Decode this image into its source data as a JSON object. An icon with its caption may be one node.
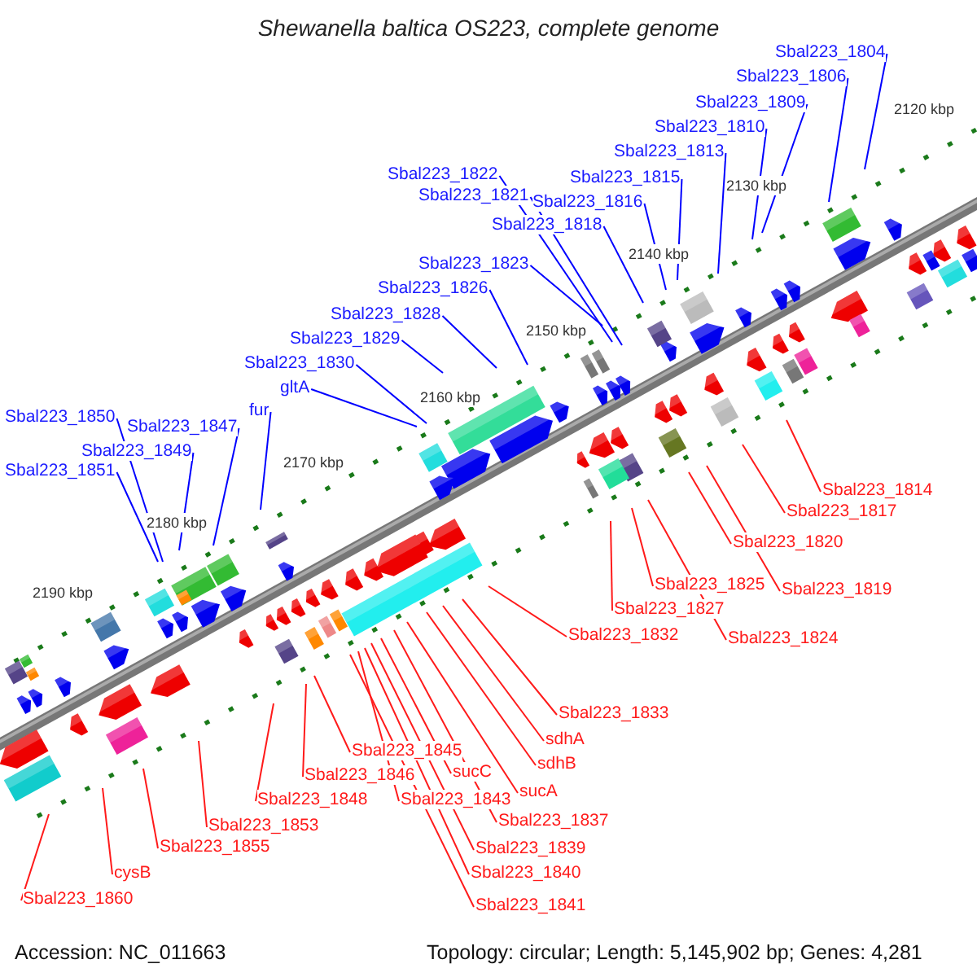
{
  "diagram": {
    "title": "Shewanella baltica OS223, complete genome",
    "nodes": [
      {
        "text": [
          "Sbal223_1804"
        ]
      },
      {
        "text": [
          "Sbal223_1806"
        ]
      },
      {
        "text": [
          "Sbal223_1809"
        ]
      },
      {
        "text": [
          "Sbal223_1810"
        ]
      },
      {
        "text": [
          "Sbal223_1813"
        ]
      },
      {
        "text": [
          "Sbal223_1822"
        ]
      },
      {
        "text": [
          "Sbal223_1815"
        ]
      },
      {
        "text": [
          "Sbal223_1821"
        ]
      },
      {
        "text": [
          "Sbal223_1816"
        ]
      },
      {
        "text": [
          "Sbal223_1818"
        ]
      },
      {
        "text": [
          "Sbal223_1823"
        ]
      },
      {
        "text": [
          "Sbal223_1826"
        ]
      },
      {
        "text": [
          "Sbal223_1828"
        ]
      },
      {
        "text": [
          "Sbal223_1829"
        ]
      },
      {
        "text": [
          "Sbal223_1830"
        ]
      },
      {
        "text": [
          "gltA"
        ]
      },
      {
        "text": [
          "fur"
        ]
      },
      {
        "text": [
          "Sbal223_1850"
        ]
      },
      {
        "text": [
          "Sbal223_1847"
        ]
      },
      {
        "text": [
          "Sbal223_1849"
        ]
      },
      {
        "text": [
          "Sbal223_1851"
        ]
      },
      {
        "text": [
          "Sbal223_1814"
        ]
      },
      {
        "text": [
          "Sbal223_1817"
        ]
      },
      {
        "text": [
          "Sbal223_1820"
        ]
      },
      {
        "text": [
          "Sbal223_1825"
        ]
      },
      {
        "text": [
          "Sbal223_1819"
        ]
      },
      {
        "text": [
          "Sbal223_1827"
        ]
      },
      {
        "text": [
          "Sbal223_1832"
        ]
      },
      {
        "text": [
          "Sbal223_1824"
        ]
      },
      {
        "text": [
          "Sbal223_1833"
        ]
      },
      {
        "text": [
          "sdhA"
        ]
      },
      {
        "text": [
          "Sbal223_1845"
        ]
      },
      {
        "text": [
          "sdhB"
        ]
      },
      {
        "text": [
          "sucC"
        ]
      },
      {
        "text": [
          "Sbal223_1846"
        ]
      },
      {
        "text": [
          "sucA"
        ]
      },
      {
        "text": [
          "Sbal223_1843"
        ]
      },
      {
        "text": [
          "Sbal223_1848"
        ]
      },
      {
        "text": [
          "Sbal223_1837"
        ]
      },
      {
        "text": [
          "Sbal223_1853"
        ]
      },
      {
        "text": [
          "Sbal223_1839"
        ]
      },
      {
        "text": [
          "Sbal223_1855"
        ]
      },
      {
        "text": [
          "Sbal223_1840"
        ]
      },
      {
        "text": [
          "cysB"
        ]
      },
      {
        "text": [
          "Sbal223_1860"
        ]
      },
      {
        "text": [
          "Sbal223_1841"
        ]
      }
    ],
    "edges": [
      {
        "from": 0,
        "to": null,
        "arrow": "none",
        "color": "#0000ff"
      },
      {
        "from": 1,
        "to": null,
        "arrow": "none",
        "color": "#0000ff"
      },
      {
        "from": 2,
        "to": null,
        "arrow": "none",
        "color": "#0000ff"
      },
      {
        "from": 3,
        "to": null,
        "arrow": "none",
        "color": "#0000ff"
      },
      {
        "from": 4,
        "to": null,
        "arrow": "none",
        "color": "#0000ff"
      },
      {
        "from": 5,
        "to": null,
        "arrow": "none",
        "color": "#0000ff"
      },
      {
        "from": 6,
        "to": null,
        "arrow": "none",
        "color": "#0000ff"
      },
      {
        "from": 7,
        "to": null,
        "arrow": "none",
        "color": "#0000ff"
      },
      {
        "from": 8,
        "to": null,
        "arrow": "none",
        "color": "#0000ff"
      },
      {
        "from": 9,
        "to": null,
        "arrow": "none",
        "color": "#0000ff"
      },
      {
        "from": 10,
        "to": null,
        "arrow": "none",
        "color": "#0000ff"
      },
      {
        "from": 11,
        "to": null,
        "arrow": "none",
        "color": "#0000ff"
      },
      {
        "from": 12,
        "to": null,
        "arrow": "none",
        "color": "#0000ff"
      },
      {
        "from": 13,
        "to": null,
        "arrow": "none",
        "color": "#0000ff"
      },
      {
        "from": 14,
        "to": null,
        "arrow": "none",
        "color": "#0000ff"
      },
      {
        "from": 15,
        "to": null,
        "arrow": "none",
        "color": "#0000ff"
      },
      {
        "from": 16,
        "to": null,
        "arrow": "none",
        "color": "#0000ff"
      },
      {
        "from": 17,
        "to": null,
        "arrow": "none",
        "color": "#0000ff"
      },
      {
        "from": 18,
        "to": null,
        "arrow": "none",
        "color": "#0000ff"
      },
      {
        "from": 19,
        "to": null,
        "arrow": "none",
        "color": "#0000ff"
      },
      {
        "from": 20,
        "to": null,
        "arrow": "none",
        "color": "#0000ff"
      },
      {
        "from": 21,
        "to": null,
        "arrow": "none"
      },
      {
        "from": 22,
        "to": null,
        "arrow": "none"
      },
      {
        "from": 23,
        "to": null,
        "arrow": "none"
      },
      {
        "from": 24,
        "to": null,
        "arrow": "none"
      },
      {
        "from": 25,
        "to": null,
        "arrow": "none"
      },
      {
        "from": 26,
        "to": null,
        "arrow": "none"
      },
      {
        "from": 27,
        "to": null,
        "arrow": "none"
      },
      {
        "from": 28,
        "to": null,
        "arrow": "none"
      },
      {
        "from": 29,
        "to": null,
        "arrow": "none"
      },
      {
        "from": 30,
        "to": null,
        "arrow": "none"
      },
      {
        "from": 31,
        "to": null,
        "arrow": "none"
      },
      {
        "from": 32,
        "to": null,
        "arrow": "none"
      },
      {
        "from": 33,
        "to": null,
        "arrow": "none"
      },
      {
        "from": 34,
        "to": null,
        "arrow": "none"
      },
      {
        "from": 35,
        "to": null,
        "arrow": "none"
      },
      {
        "from": 36,
        "to": null,
        "arrow": "none"
      },
      {
        "from": 37,
        "to": null,
        "arrow": "none"
      },
      {
        "from": 38,
        "to": null,
        "arrow": "none"
      },
      {
        "from": 39,
        "to": null,
        "arrow": "none"
      },
      {
        "from": 40,
        "to": null,
        "arrow": "none"
      },
      {
        "from": 41,
        "to": null,
        "arrow": "none"
      },
      {
        "from": 42,
        "to": null,
        "arrow": "none"
      },
      {
        "from": 43,
        "to": null,
        "arrow": "none"
      },
      {
        "from": 44,
        "to": null,
        "arrow": "none"
      },
      {
        "from": 45,
        "to": null,
        "arrow": "none"
      }
    ],
    "labels": [
      "2120 kbp",
      "2130 kbp",
      "2140 kbp",
      "2150 kbp",
      "2160 kbp",
      "2170 kbp",
      "2180 kbp",
      "2190 kbp",
      "Accession: NC_011663",
      "Topology: circular; Length: 5,145,902 bp; Genes: 4,281"
    ]
  }
}
